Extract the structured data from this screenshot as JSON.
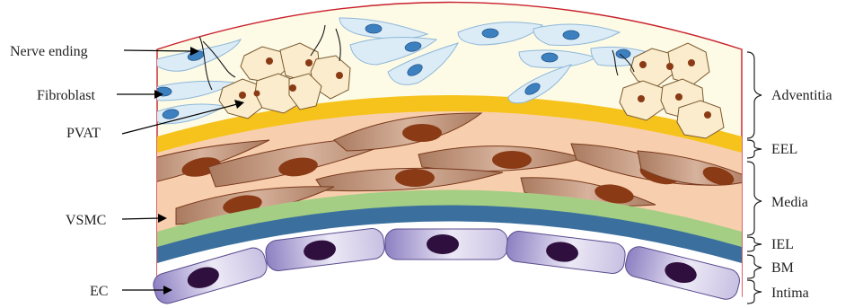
{
  "labels": {
    "left": {
      "nerve_ending": "Nerve ending",
      "fibroblast": "Fibroblast",
      "pvat": "PVAT",
      "vsmc": "VSMC",
      "ec": "EC"
    },
    "right": {
      "adventitia": "Adventitia",
      "eel": "EEL",
      "media": "Media",
      "iel": "IEL",
      "bm": "BM",
      "intima": "Intima"
    }
  },
  "colors": {
    "adventitia_bg": "#fdfae6",
    "outer_border": "#c8202a",
    "eel": "#f6c31c",
    "media": "#f8cfae",
    "vsmc_fill": "#b8886e",
    "vsmc_nucleus": "#8a3b16",
    "iel": "#a3ce83",
    "bm": "#3b6f9e",
    "ec_fill": "#c9c3e3",
    "ec_nucleus": "#2e0f3e",
    "fibroblast_fill": "#dcecf7",
    "fibroblast_nucleus": "#3d80c0",
    "fat_cell_fill": "#faeccc",
    "fat_nucleus": "#8a3b16"
  }
}
